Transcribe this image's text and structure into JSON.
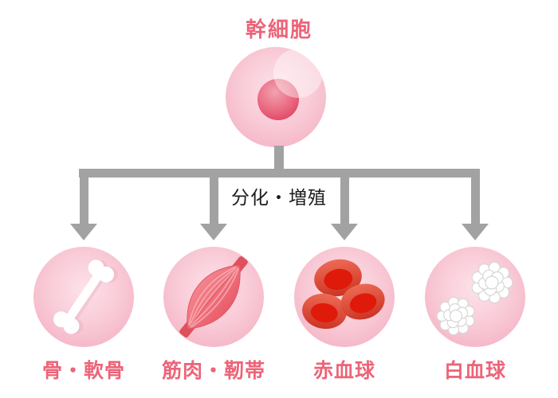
{
  "title": "幹細胞",
  "branch_label": "分化・増殖",
  "cells": [
    {
      "label": "骨・軟骨",
      "icon": "bone-icon"
    },
    {
      "label": "筋肉・靭帯",
      "icon": "muscle-icon"
    },
    {
      "label": "赤血球",
      "icon": "red-blood-cells-icon"
    },
    {
      "label": "白血球",
      "icon": "white-blood-cells-icon"
    }
  ],
  "colors": {
    "label_pink": "#ec6478",
    "branch_text": "#1c1c1c",
    "arrow_gray": "#a2a2a2",
    "cell_pink": "#f8cad6",
    "nucleus_red": "#e34b66",
    "rbc_red": "#df1a0a",
    "muscle_red": "#ee6b76",
    "white": "#ffffff"
  }
}
